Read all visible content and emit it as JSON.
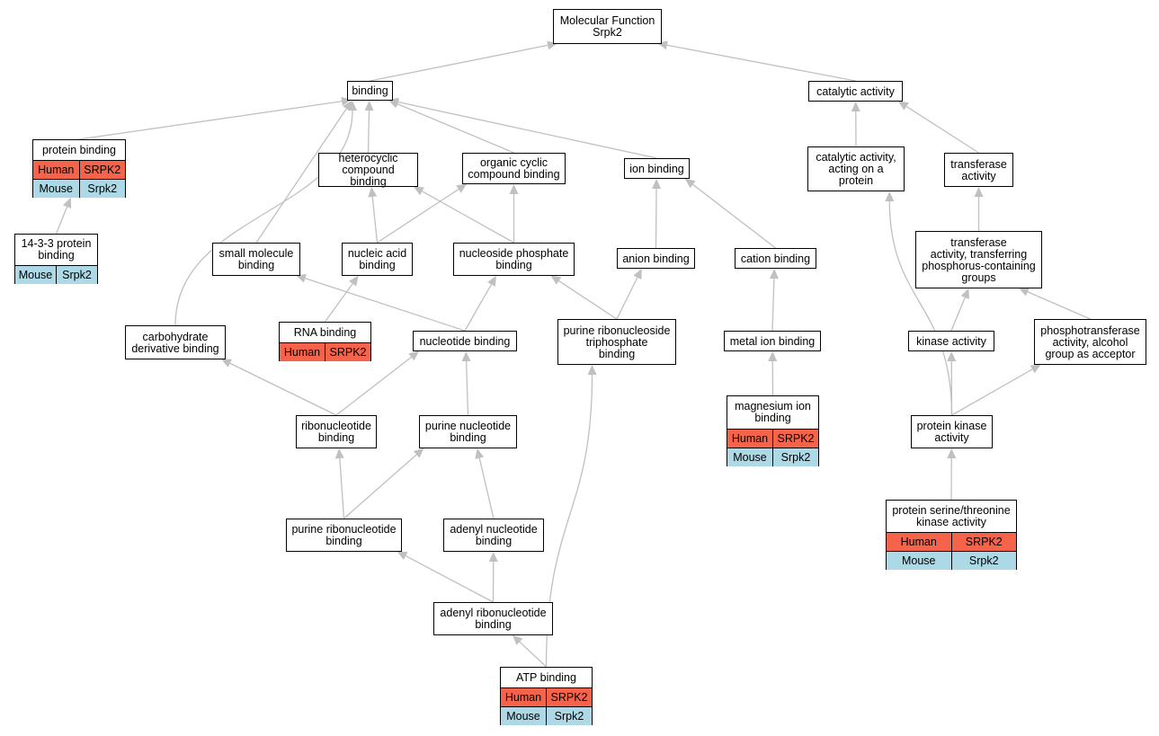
{
  "colors": {
    "human": "#f4634a",
    "mouse": "#add8e6",
    "edge": "#c0c0c0"
  },
  "nodes": {
    "root": {
      "title": "Molecular Function\nSrpk2"
    },
    "binding": {
      "title": "binding"
    },
    "catalytic": {
      "title": "catalytic activity"
    },
    "protein_binding": {
      "title": "protein binding",
      "rows": [
        [
          "Human",
          "SRPK2"
        ],
        [
          "Mouse",
          "Srpk2"
        ]
      ]
    },
    "p1433": {
      "title": "14-3-3 protein\nbinding",
      "rows": [
        [
          "Mouse",
          "Srpk2"
        ]
      ]
    },
    "heterocyclic": {
      "title": "heterocyclic\ncompound binding"
    },
    "organic_cyclic": {
      "title": "organic cyclic\ncompound binding"
    },
    "ion_binding": {
      "title": "ion binding"
    },
    "cat_protein": {
      "title": "catalytic activity,\nacting on a\nprotein"
    },
    "transferase": {
      "title": "transferase\nactivity"
    },
    "small_molecule": {
      "title": "small molecule\nbinding"
    },
    "nucleic_acid": {
      "title": "nucleic acid\nbinding"
    },
    "nucleoside_phosphate": {
      "title": "nucleoside phosphate\nbinding"
    },
    "anion": {
      "title": "anion binding"
    },
    "cation": {
      "title": "cation binding"
    },
    "transferase_phos": {
      "title": "transferase\nactivity, transferring\nphosphorus-containing\ngroups"
    },
    "carbohydrate": {
      "title": "carbohydrate\nderivative binding"
    },
    "rna": {
      "title": "RNA binding",
      "rows": [
        [
          "Human",
          "SRPK2"
        ]
      ]
    },
    "nucleotide": {
      "title": "nucleotide binding"
    },
    "purine_rns_tp": {
      "title": "purine ribonucleoside\ntriphosphate\nbinding"
    },
    "metal_ion": {
      "title": "metal ion binding"
    },
    "kinase": {
      "title": "kinase activity"
    },
    "phosphotransferase": {
      "title": "phosphotransferase\nactivity, alcohol\ngroup as acceptor"
    },
    "magnesium": {
      "title": "magnesium ion\nbinding",
      "rows": [
        [
          "Human",
          "SRPK2"
        ],
        [
          "Mouse",
          "Srpk2"
        ]
      ]
    },
    "ribonucleotide": {
      "title": "ribonucleotide\nbinding"
    },
    "purine_nucleotide": {
      "title": "purine nucleotide\nbinding"
    },
    "protein_kinase": {
      "title": "protein kinase\nactivity"
    },
    "purine_ribonucleotide": {
      "title": "purine ribonucleotide\nbinding"
    },
    "adenyl_nucleotide": {
      "title": "adenyl nucleotide\nbinding"
    },
    "ser_thr_kinase": {
      "title": "protein serine/threonine\nkinase activity",
      "rows": [
        [
          "Human",
          "SRPK2"
        ],
        [
          "Mouse",
          "Srpk2"
        ]
      ]
    },
    "adenyl_ribonucleotide": {
      "title": "adenyl ribonucleotide\nbinding"
    },
    "atp": {
      "title": "ATP binding",
      "rows": [
        [
          "Human",
          "SRPK2"
        ],
        [
          "Mouse",
          "Srpk2"
        ]
      ]
    }
  },
  "edges": [
    [
      "binding",
      "root"
    ],
    [
      "catalytic",
      "root"
    ],
    [
      "protein_binding",
      "binding"
    ],
    [
      "heterocyclic",
      "binding"
    ],
    [
      "organic_cyclic",
      "binding"
    ],
    [
      "ion_binding",
      "binding"
    ],
    [
      "small_molecule",
      "binding"
    ],
    [
      "carbohydrate",
      "binding"
    ],
    [
      "cat_protein",
      "catalytic"
    ],
    [
      "transferase",
      "catalytic"
    ],
    [
      "p1433",
      "protein_binding"
    ],
    [
      "nucleic_acid",
      "heterocyclic"
    ],
    [
      "nucleoside_phosphate",
      "heterocyclic"
    ],
    [
      "nucleic_acid",
      "organic_cyclic"
    ],
    [
      "nucleoside_phosphate",
      "organic_cyclic"
    ],
    [
      "anion",
      "ion_binding"
    ],
    [
      "cation",
      "ion_binding"
    ],
    [
      "transferase_phos",
      "transferase"
    ],
    [
      "rna",
      "nucleic_acid"
    ],
    [
      "nucleotide",
      "small_molecule"
    ],
    [
      "nucleotide",
      "nucleoside_phosphate"
    ],
    [
      "purine_rns_tp",
      "nucleoside_phosphate"
    ],
    [
      "purine_rns_tp",
      "anion"
    ],
    [
      "metal_ion",
      "cation"
    ],
    [
      "kinase",
      "transferase_phos"
    ],
    [
      "phosphotransferase",
      "transferase_phos"
    ],
    [
      "ribonucleotide",
      "carbohydrate"
    ],
    [
      "ribonucleotide",
      "nucleotide"
    ],
    [
      "purine_nucleotide",
      "nucleotide"
    ],
    [
      "magnesium",
      "metal_ion"
    ],
    [
      "protein_kinase",
      "kinase"
    ],
    [
      "protein_kinase",
      "phosphotransferase"
    ],
    [
      "protein_kinase",
      "cat_protein"
    ],
    [
      "purine_ribonucleotide",
      "ribonucleotide"
    ],
    [
      "purine_ribonucleotide",
      "purine_nucleotide"
    ],
    [
      "adenyl_nucleotide",
      "purine_nucleotide"
    ],
    [
      "ser_thr_kinase",
      "protein_kinase"
    ],
    [
      "adenyl_ribonucleotide",
      "purine_ribonucleotide"
    ],
    [
      "adenyl_ribonucleotide",
      "adenyl_nucleotide"
    ],
    [
      "atp",
      "adenyl_ribonucleotide"
    ],
    [
      "atp",
      "purine_rns_tp"
    ]
  ]
}
